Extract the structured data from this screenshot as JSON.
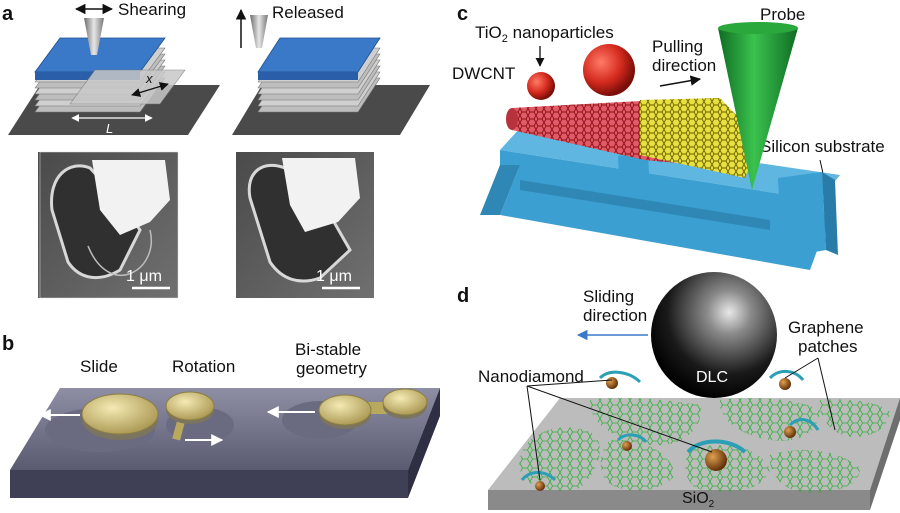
{
  "panels": {
    "a": {
      "letter": "a",
      "shearing": "Shearing",
      "released": "Released",
      "x_var": "x",
      "l_var": "L",
      "scale_left": "1 μm",
      "scale_right": "1 μm"
    },
    "b": {
      "letter": "b",
      "slide": "Slide",
      "rotation": "Rotation",
      "bistable_1": "Bi-stable",
      "bistable_2": "geometry"
    },
    "c": {
      "letter": "c",
      "tio2_1": "TiO",
      "tio2_sub": "2",
      "tio2_2": " nanoparticles",
      "probe": "Probe",
      "pulling_1": "Pulling",
      "pulling_2": "direction",
      "dwcnt": "DWCNT",
      "silicon": "Silicon substrate"
    },
    "d": {
      "letter": "d",
      "sliding_1": "Sliding",
      "sliding_2": "direction",
      "graphene_1": "Graphene",
      "graphene_2": "patches",
      "nanodiamond": "Nanodiamond",
      "dlc": "DLC",
      "sio2": "SiO",
      "sio2_sub": "2"
    }
  },
  "colors": {
    "blue_layer": "#3a78c8",
    "si_blue": "#3b9fd1",
    "gold": "#d8c77a",
    "green": "#2fae3a",
    "red": "#d42a1e",
    "arrow_blue": "#3a78c8"
  }
}
